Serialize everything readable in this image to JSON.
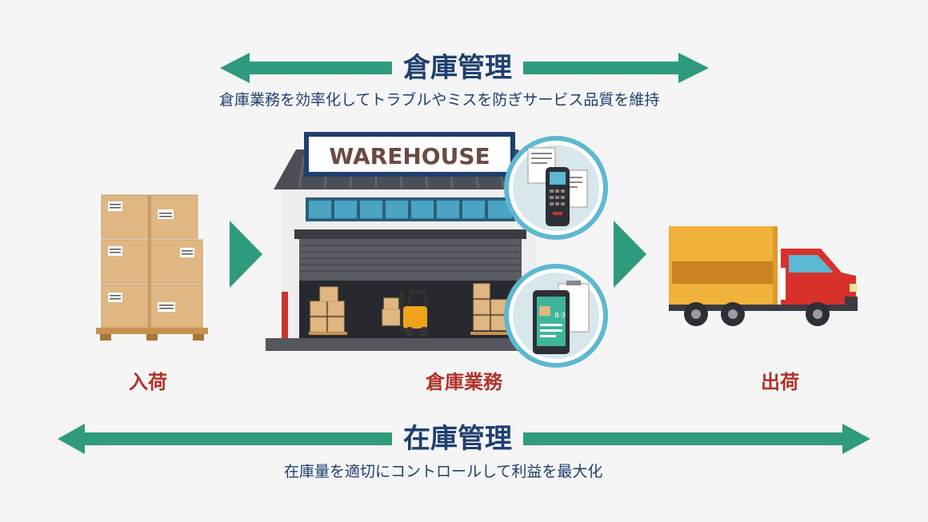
{
  "top": {
    "title": "倉庫管理",
    "subtitle": "倉庫業務を効率化してトラブルやミスを防ぎサービス品質を維持"
  },
  "warehouse": {
    "sign": "WAREHOUSE",
    "tablet_code": "B-3"
  },
  "stages": {
    "inbound": "入荷",
    "operations": "倉庫業務",
    "outbound": "出荷"
  },
  "bottom": {
    "title": "在庫管理",
    "subtitle": "在庫量を適切にコントロールして利益を最大化"
  },
  "colors": {
    "arrow": "#2e9a7e",
    "heading": "#1f3f6e",
    "stage_label": "#b13326"
  }
}
